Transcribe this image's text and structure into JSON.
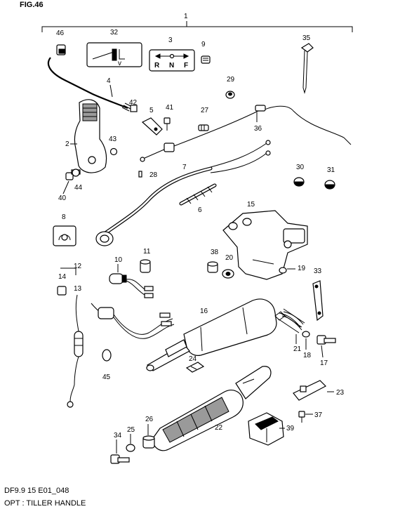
{
  "header": {
    "fig_label": "FIG.46"
  },
  "assembly_callout": "1",
  "labels": {
    "p46": "46",
    "p32": "32",
    "p3": "3",
    "p9": "9",
    "p35": "35",
    "p4": "4",
    "p42": "42",
    "p5": "5",
    "p41": "41",
    "p27": "27",
    "p29": "29",
    "p36": "36",
    "p2": "2",
    "p43": "43",
    "p40": "40",
    "p44": "44",
    "p28": "28",
    "p7": "7",
    "p30": "30",
    "p31": "31",
    "p6": "6",
    "p8": "8",
    "p15": "15",
    "p10": "10",
    "p11": "11",
    "p38": "38",
    "p20": "20",
    "p19": "19",
    "p33": "33",
    "p12": "12",
    "p14": "14",
    "p13": "13",
    "p16": "16",
    "p21": "21",
    "p18": "18",
    "p17": "17",
    "p45": "45",
    "p24": "24",
    "p23": "23",
    "p37": "37",
    "p34": "34",
    "p25": "25",
    "p26": "26",
    "p22": "22",
    "p39": "39"
  },
  "shift_plate_letters": {
    "r": "R",
    "n": "N",
    "f": "F"
  },
  "footer": {
    "code": "DF9.9 15 E01_048",
    "caption": "OPT : TILLER HANDLE"
  }
}
